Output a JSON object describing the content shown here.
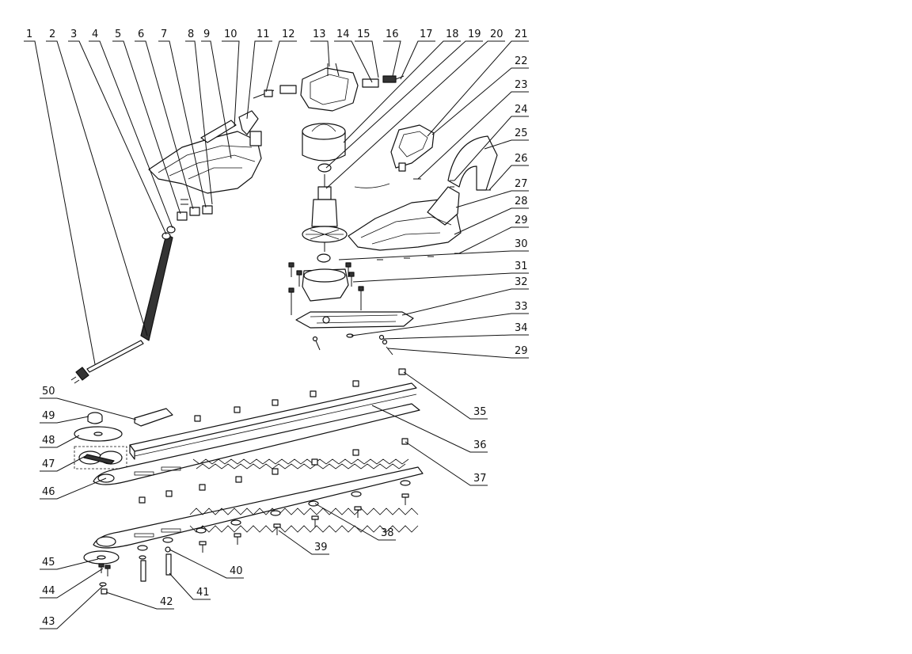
{
  "diagram": {
    "callouts": [
      "1",
      "2",
      "3",
      "4",
      "5",
      "6",
      "7",
      "8",
      "9",
      "10",
      "11",
      "12",
      "13",
      "14",
      "15",
      "16",
      "17",
      "18",
      "19",
      "20",
      "21",
      "22",
      "23",
      "24",
      "25",
      "26",
      "27",
      "28",
      "29",
      "30",
      "31",
      "32",
      "33",
      "34",
      "29",
      "35",
      "36",
      "37",
      "38",
      "39",
      "40",
      "41",
      "42",
      "43",
      "44",
      "45",
      "46",
      "47",
      "48",
      "49",
      "50"
    ]
  }
}
